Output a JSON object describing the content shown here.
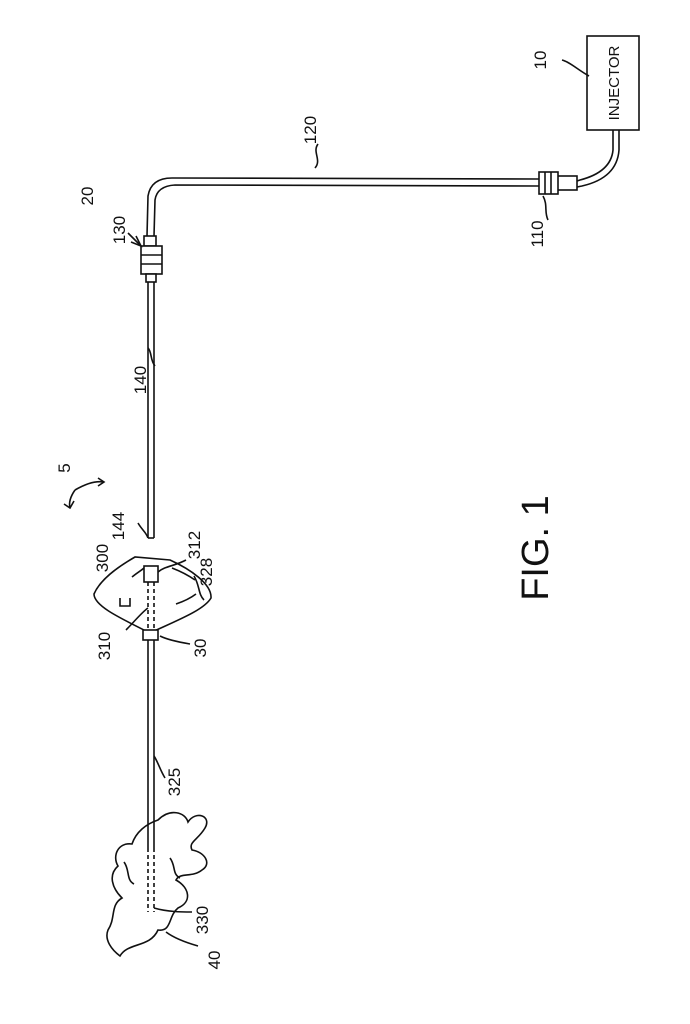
{
  "figure": {
    "caption": "FIG. 1",
    "injector_text": "INJECTOR",
    "labels": {
      "r10": "10",
      "r120": "120",
      "r110": "110",
      "r20": "20",
      "r130": "130",
      "r140": "140",
      "r5": "5",
      "r144": "144",
      "r300": "300",
      "r312": "312",
      "r328": "328",
      "r310": "310",
      "r30": "30",
      "r325": "325",
      "r330": "330",
      "r40": "40"
    }
  }
}
